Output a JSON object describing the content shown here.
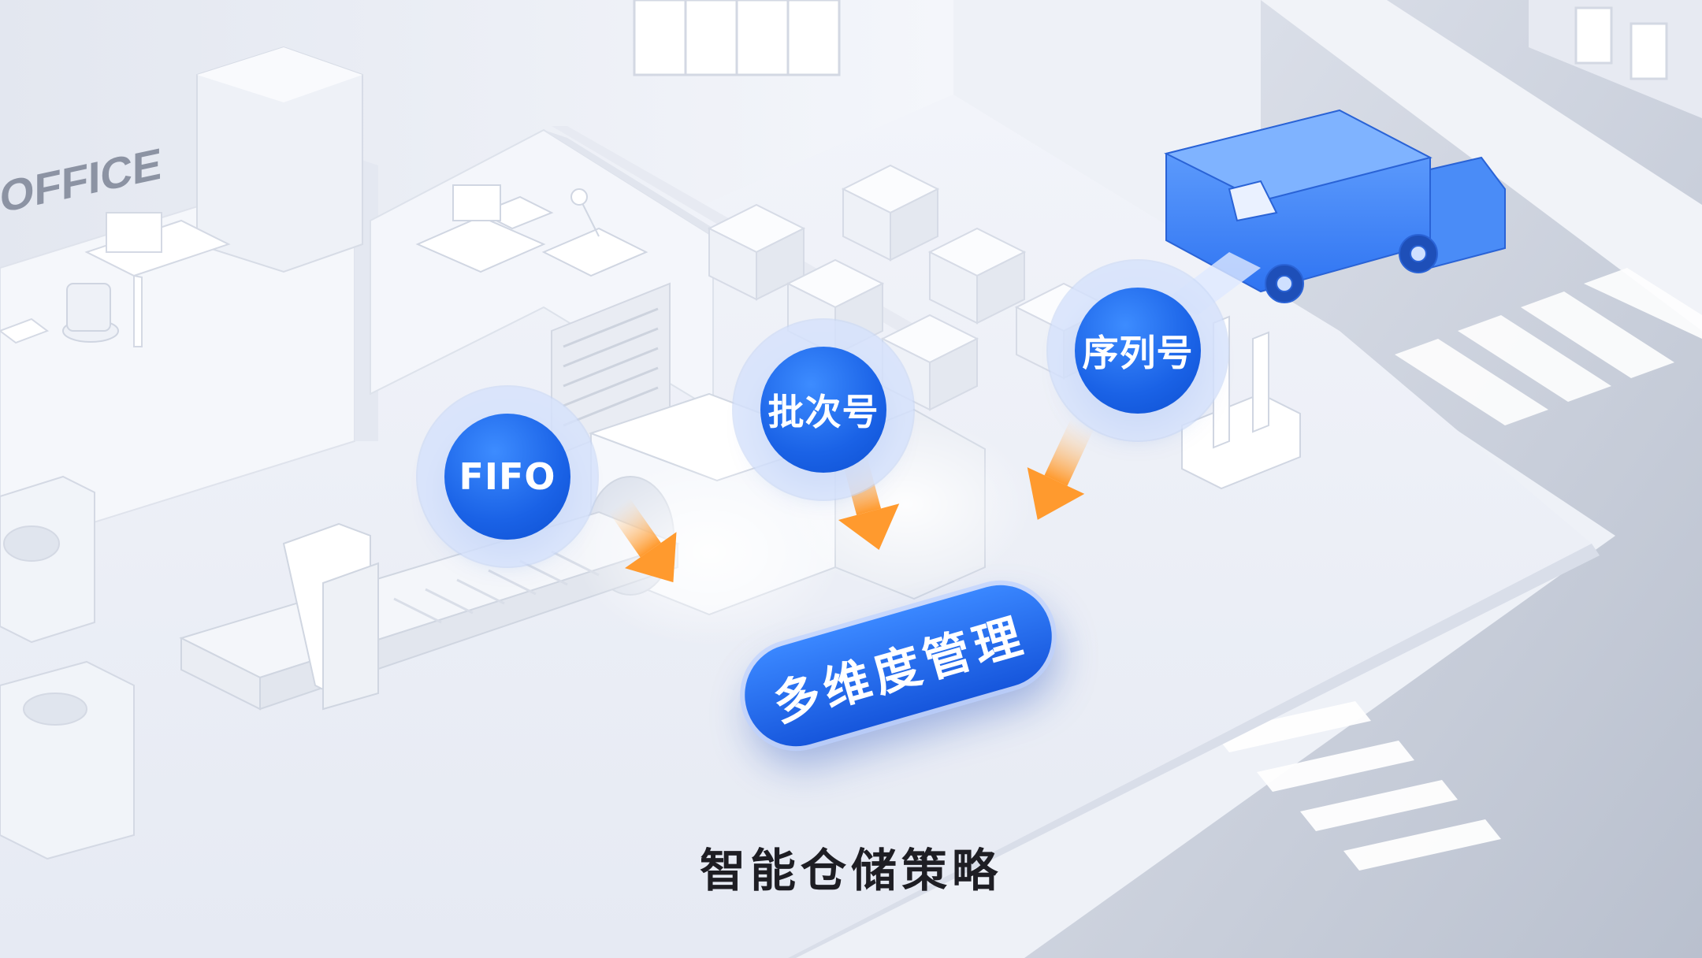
{
  "scene": {
    "office_sign": "OFFICE"
  },
  "badges": {
    "fifo": "FIFO",
    "batch": "批次号",
    "serial": "序列号"
  },
  "main_badge": "多维度管理",
  "caption": "智能仓储策略",
  "colors": {
    "accent_blue": "#1a62e6",
    "arrow_orange": "#ff9a2e",
    "caption_text": "#1e1e24"
  }
}
